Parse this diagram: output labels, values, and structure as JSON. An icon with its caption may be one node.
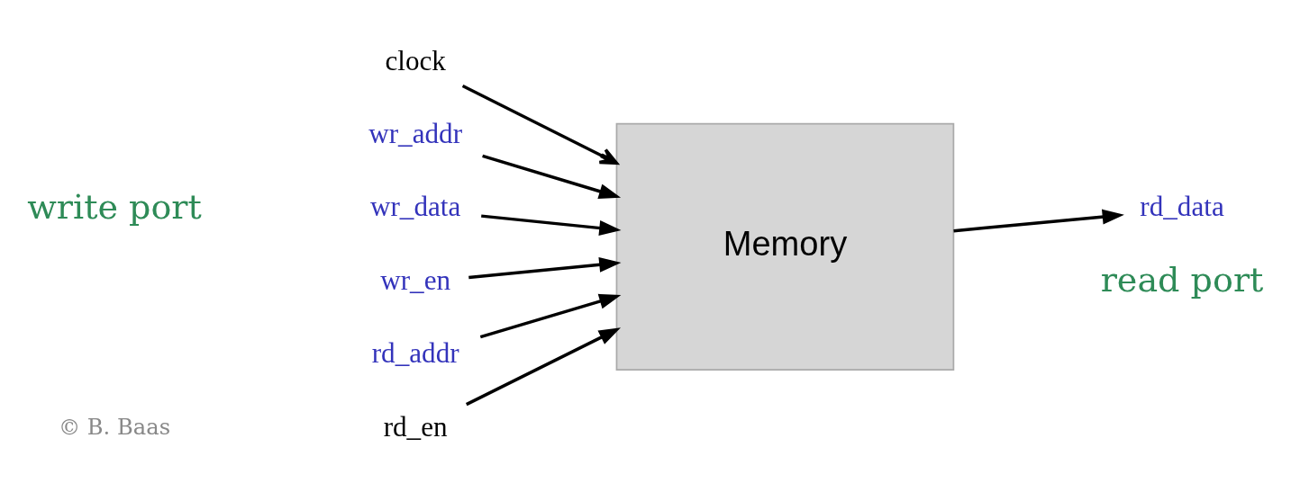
{
  "diagram": {
    "nodes": [
      {
        "text": [
          "clock"
        ]
      },
      {
        "text": [
          "wr_addr"
        ]
      },
      {
        "text": [
          "wr_data"
        ]
      },
      {
        "text": [
          "wr_en"
        ]
      },
      {
        "text": [
          "Memory"
        ]
      },
      {
        "text": [
          "rd_addr"
        ]
      },
      {
        "text": [
          "rd_en"
        ]
      },
      {
        "text": [
          "rd_data"
        ]
      }
    ],
    "edges": [
      {
        "from": 0,
        "to": 4,
        "arrow": "to"
      },
      {
        "from": 1,
        "to": 4,
        "arrow": "to"
      },
      {
        "from": 2,
        "to": 4,
        "arrow": "to"
      },
      {
        "from": 3,
        "to": 4,
        "arrow": "to"
      },
      {
        "from": 5,
        "to": 4,
        "arrow": "to"
      },
      {
        "from": 6,
        "to": 4,
        "arrow": "to"
      },
      {
        "from": 4,
        "to": 7,
        "arrow": "to"
      }
    ],
    "labels": [
      "write port",
      "read port",
      "© B. Baas"
    ]
  }
}
